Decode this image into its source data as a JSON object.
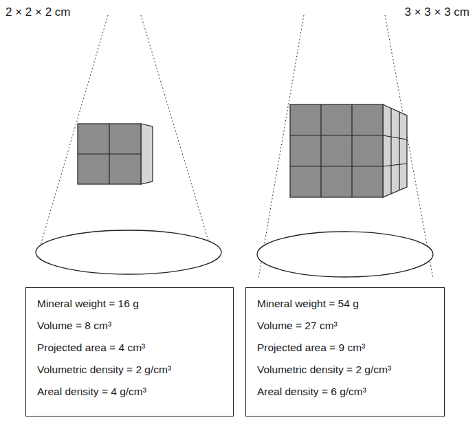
{
  "diagram": {
    "nodes": [
      {
        "text": [
          "Mineral weight = 16 g",
          "Volume = 8 cm³",
          "Projected area = 4 cm³",
          "Volumetric density = 2 g/cm³",
          "Areal density = 4 g/cm³"
        ]
      },
      {
        "text": [
          "Mineral weight = 54 g",
          "Volume = 27 cm³",
          "Projected area = 9 cm³",
          "Volumetric density = 2 g/cm³",
          "Areal density = 6 g/cm³"
        ]
      }
    ],
    "labels": [
      "2 × 2 × 2 cm",
      "3 × 3 × 3 cm"
    ]
  }
}
